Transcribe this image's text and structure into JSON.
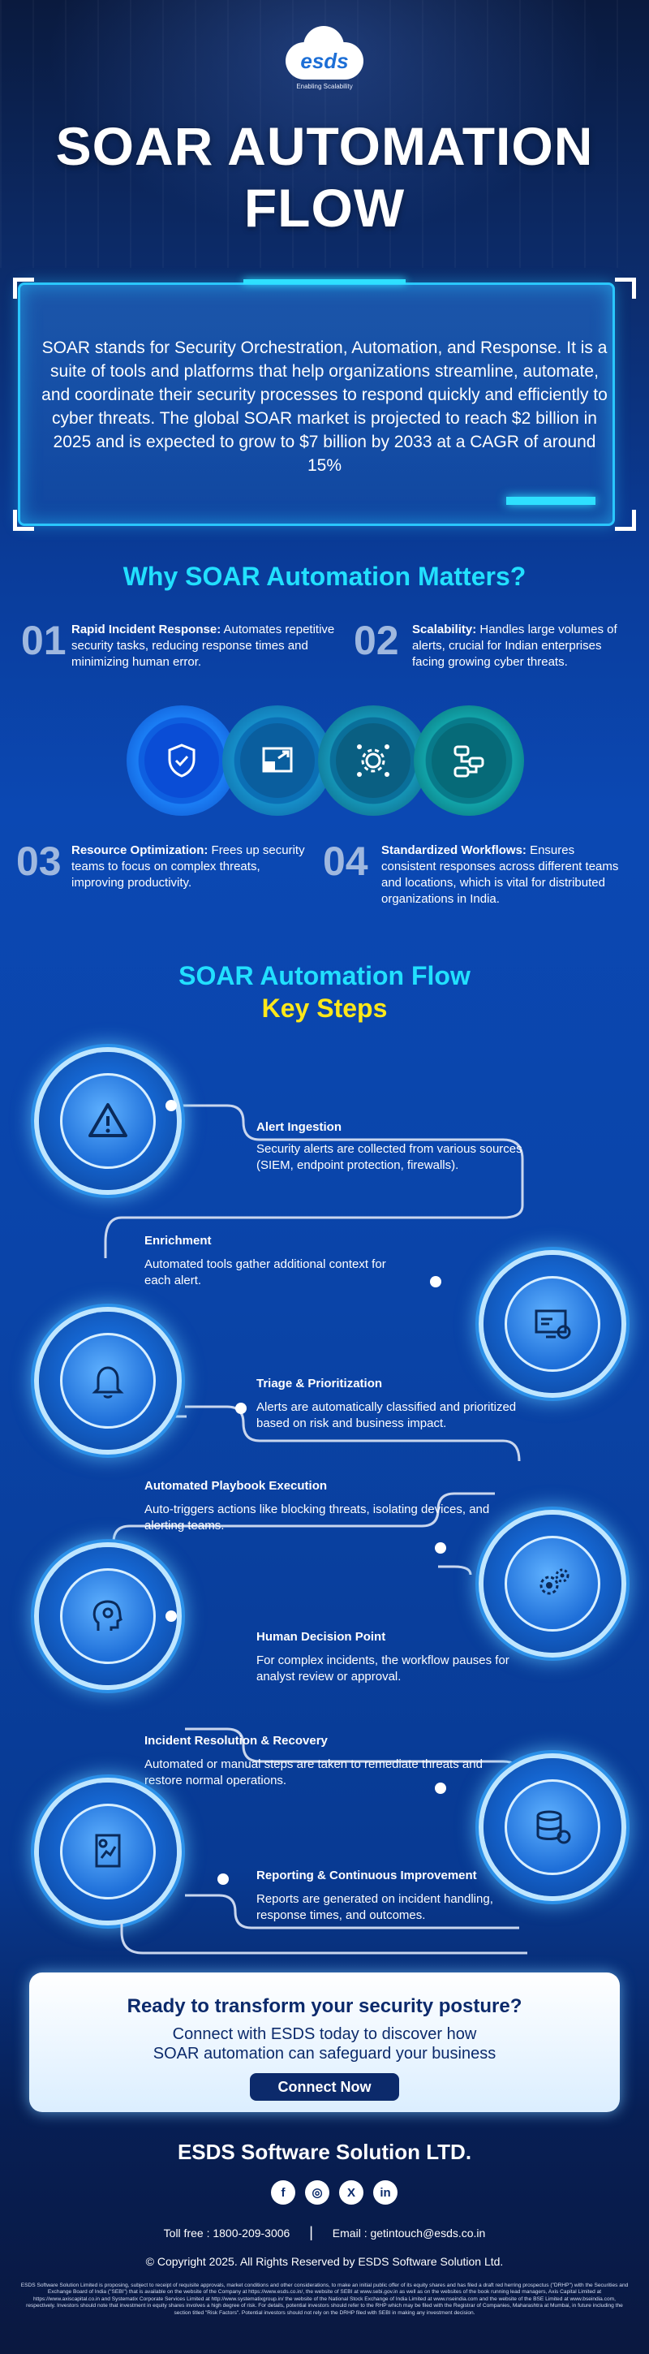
{
  "brand": {
    "logo_text": "esds",
    "tagline": "Enabling Scalability"
  },
  "title_line1": "SOAR AUTOMATION",
  "title_line2": "FLOW",
  "intro": "SOAR stands for Security Orchestration, Automation, and Response. It is a suite of tools and platforms that help organizations streamline, automate, and coordinate their security processes to respond quickly and efficiently to cyber threats. The global SOAR market is projected to reach $2 billion in 2025 and is expected to grow to $7 billion by 2033 at a CAGR of around 15%",
  "why": {
    "heading": "Why SOAR Automation Matters?",
    "items": [
      {
        "num": "01",
        "title": "Rapid Incident Response:",
        "text": " Automates repetitive security tasks, reducing response times and minimizing human error."
      },
      {
        "num": "02",
        "title": "Scalability:",
        "text": " Handles large volumes of alerts, crucial for Indian enterprises facing growing cyber threats."
      },
      {
        "num": "03",
        "title": "Resource Optimization:",
        "text": " Frees up security teams to focus on complex threats, improving productivity."
      },
      {
        "num": "04",
        "title": "Standardized Workflows:",
        "text": " Ensures consistent responses across different teams and locations, which is vital for distributed organizations in India."
      }
    ],
    "icons": [
      "shield-check-icon",
      "resize-icon",
      "gear-network-icon",
      "workflow-icon"
    ]
  },
  "flow": {
    "heading": "SOAR Automation Flow",
    "subheading": "Key Steps",
    "steps": [
      {
        "title": "Alert Ingestion",
        "desc": "Security alerts are collected from various sources (SIEM, endpoint protection, firewalls)."
      },
      {
        "title": "Enrichment",
        "desc": "Automated tools gather additional context for each alert."
      },
      {
        "title": "Triage & Prioritization",
        "desc": "Alerts are automatically classified and prioritized based on risk and business impact."
      },
      {
        "title": "Automated Playbook Execution",
        "desc": "Auto-triggers actions like blocking threats, isolating devices, and alerting teams."
      },
      {
        "title": "Human Decision Point",
        "desc": "For complex incidents, the workflow pauses for analyst review or approval."
      },
      {
        "title": "Incident Resolution & Recovery",
        "desc": "Automated or manual steps are taken to remediate threats and restore normal operations."
      },
      {
        "title": "Reporting & Continuous Improvement",
        "desc": "Reports are generated on incident handling, response times, and outcomes."
      }
    ]
  },
  "cta": {
    "title": "Ready to transform your security posture?",
    "line1": "Connect with ESDS today to discover how",
    "line2": "SOAR automation can safeguard your business",
    "button": "Connect Now"
  },
  "footer": {
    "company": "ESDS Software Solution LTD.",
    "social": [
      "f",
      "◎",
      "X",
      "in"
    ],
    "tollfree": "Toll free : 1800-209-3006",
    "email": "Email : getintouch@esds.co.in",
    "copyright": "© Copyright 2025. All Rights Reserved by ESDS Software Solution Ltd.",
    "disclaimer": "ESDS Software Solution Limited is proposing, subject to receipt of requisite approvals, market conditions and other considerations, to make an initial public offer of its equity shares and has filed a draft red herring prospectus (\"DRHP\") with the Securities and Exchange Board of India (\"SEBI\") that is available on the website of the Company at https://www.esds.co.in/, the website of SEBI at www.sebi.gov.in as well as on the websites of the book running lead managers, Axis Capital Limited at https://www.axiscapital.co.in and Systematix Corporate Services Limited at http://www.systematixgroup.in/ the website of the National Stock Exchange of India Limited at www.nseindia.com and the website of the BSE Limited at www.bseindia.com, respectively. Investors should note that investment in equity shares involves a high degree of risk. For details, potential investors should refer to the RHP which may be filed with the Registrar of Companies, Maharashtra at Mumbai, in future including the section titled \"Risk Factors\". Potential investors should not rely on the DRHP filed with SEBI in making any investment decision."
  }
}
